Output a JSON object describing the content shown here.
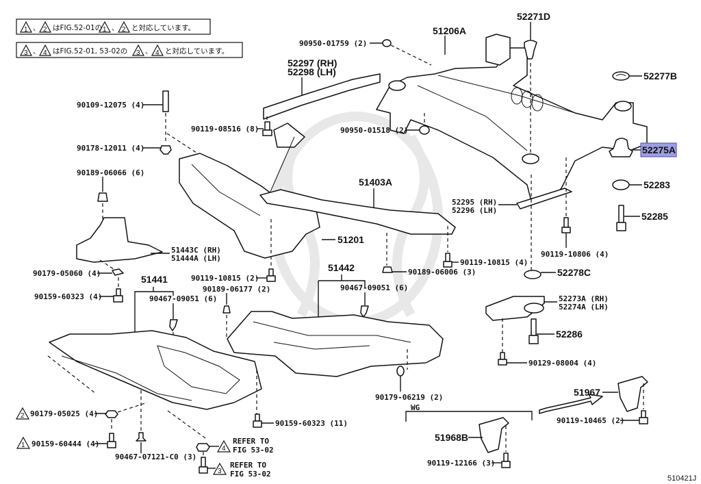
{
  "title": "Rear suspension member / engine under cover parts diagram",
  "figure_id": "510421J",
  "notes": [
    {
      "markers": [
        "1",
        "2"
      ],
      "text": "はFIG.52-01の",
      "markers2": [
        "1",
        "2"
      ],
      "text2": "と対応しています。"
    },
    {
      "markers": [
        "3",
        "4"
      ],
      "text": "はFIG.52-01, 53-02の",
      "markers2": [
        "3",
        "4"
      ],
      "text2": "と対応しています。"
    }
  ],
  "highlight_color": "#9d9ee3",
  "parts": {
    "p51206A": "51206A",
    "p52271D": "52271D",
    "p90950_01759": "90950-01759 (2)",
    "p52297": "52297 (RH)",
    "p52298": "52298 (LH)",
    "p52277B": "52277B",
    "p90109_12075": "90109-12075 (4)",
    "p90119_08516": "90119-08516 (8)",
    "p90950_01518": "90950-01518 (2)",
    "p90178_12011": "90178-12011 (4)",
    "p52275A": "52275A",
    "p90189_06066": "90189-06066 (6)",
    "p51403A": "51403A",
    "p52283": "52283",
    "p52295": "52295 (RH)",
    "p52296": "52296 (LH)",
    "p52285": "52285",
    "p51443C": "51443C (RH)",
    "p51444A": "51444A (LH)",
    "p51201": "51201",
    "p90119_10806": "90119-10806 (4)",
    "p90119_10815_4": "90119-10815 (4)",
    "p90179_05060": "90179-05060 (4)",
    "p51442": "51442",
    "p90189_06006": "90189-06006 (3)",
    "p52278C": "52278C",
    "p51441": "51441",
    "p90119_10815_2": "90119-10815 (2)",
    "p90159_60323_4": "90159-60323 (4)",
    "p90467_09051_a": "90467-09051 (6)",
    "p90189_06177": "90189-06177 (2)",
    "p90467_09051_b": "90467-09051 (6)",
    "p52273A": "52273A (RH)",
    "p52274A": "52274A (LH)",
    "p52286": "52286",
    "p90129_08004": "90129-08004 (4)",
    "p90179_06219": "90179-06219 (2)",
    "p51967": "51967",
    "p90179_05025": "90179-05025 (4)",
    "p90159_60323_11": "90159-60323 (11)",
    "p90119_10465": "90119-10465 (2)",
    "p51968B": "51968B",
    "p90159_60444": "90159-60444 (4)",
    "p90467_07121": "90467-07121-C0 (3)",
    "p90119_12166": "90119-12166 (3)",
    "wg_label": "WG",
    "refer_to": "REFER TO",
    "fig_53_02": "FIG 53-02"
  },
  "callout_markers": {
    "m90179_05025": "2",
    "m90159_60444": "1",
    "m_refer_a": "4",
    "m_refer_b": "3"
  }
}
